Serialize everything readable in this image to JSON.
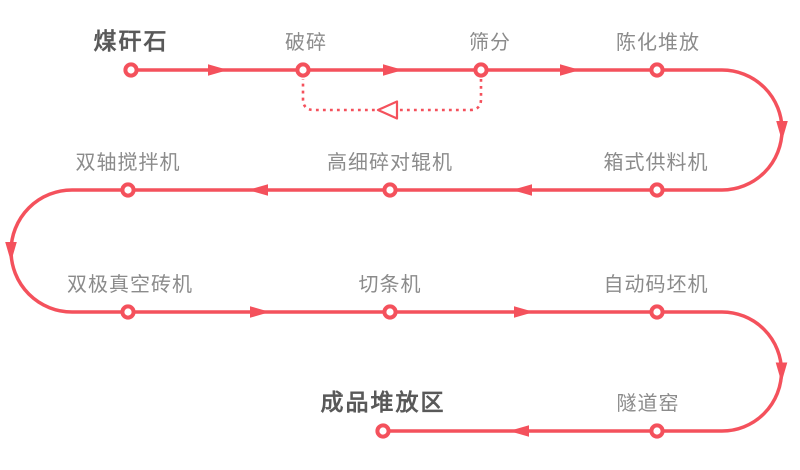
{
  "diagram": {
    "type": "process-flow",
    "subject": "coal-gangue brick production line",
    "background_color": "#ffffff",
    "accent_color": "#f4515c",
    "label_color": "#8b8b8b",
    "emphasis_label_color": "#595959",
    "stages": [
      {
        "id": "raw-material",
        "label": "煤矸石",
        "emphasis": true
      },
      {
        "id": "crushing",
        "label": "破碎",
        "emphasis": false
      },
      {
        "id": "screening",
        "label": "筛分",
        "emphasis": false
      },
      {
        "id": "aging-stacking",
        "label": "陈化堆放",
        "emphasis": false
      },
      {
        "id": "box-feeder",
        "label": "箱式供料机",
        "emphasis": false
      },
      {
        "id": "fine-roller-crusher",
        "label": "高细碎对辊机",
        "emphasis": false
      },
      {
        "id": "twin-shaft-mixer",
        "label": "双轴搅拌机",
        "emphasis": false
      },
      {
        "id": "vacuum-brick-machine",
        "label": "双极真空砖机",
        "emphasis": false
      },
      {
        "id": "strip-cutter",
        "label": "切条机",
        "emphasis": false
      },
      {
        "id": "auto-stacker",
        "label": "自动码坯机",
        "emphasis": false
      },
      {
        "id": "tunnel-kiln",
        "label": "隧道窑",
        "emphasis": false
      },
      {
        "id": "finished-area",
        "label": "成品堆放区",
        "emphasis": true
      }
    ],
    "flow_order": [
      "煤矸石",
      "破碎",
      "筛分",
      "陈化堆放",
      "箱式供料机",
      "高细碎对辊机",
      "双轴搅拌机",
      "双极真空砖机",
      "切条机",
      "自动码坯机",
      "隧道窑",
      "成品堆放区"
    ],
    "feedback_loop": {
      "from": "筛分",
      "to": "破碎",
      "style": "dotted",
      "direction": "back-to-crushing"
    }
  }
}
